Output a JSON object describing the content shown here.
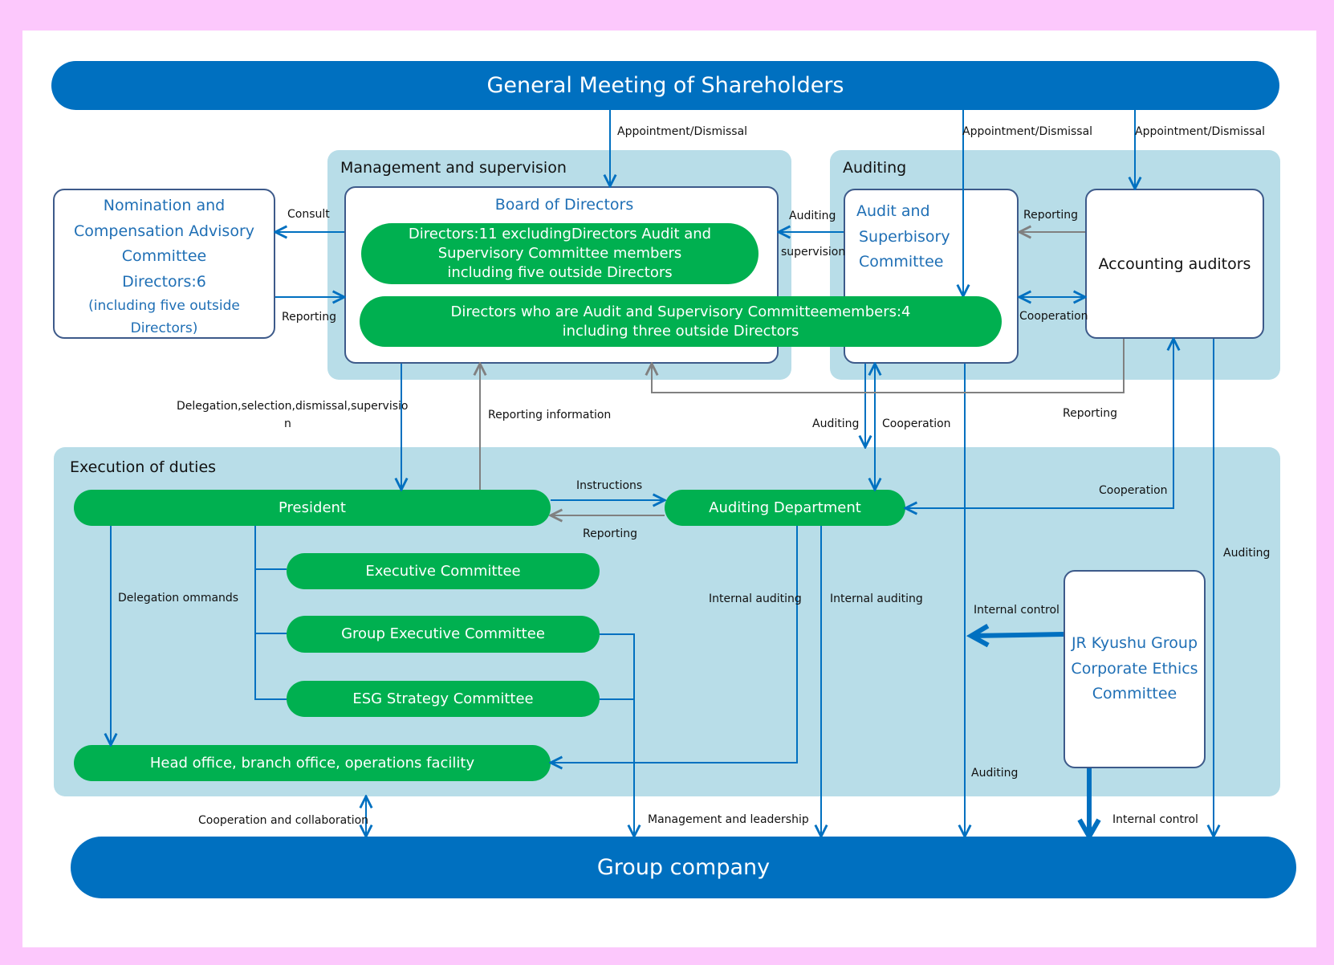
{
  "colors": {
    "bar": "#0070c0",
    "region": "#b8dde8",
    "pill": "#00b050",
    "border": "#fcc8fc",
    "line": "#0070c0",
    "gray_line": "#808080"
  },
  "top_bar": "General Meeting of Shareholders",
  "bottom_bar": "Group company",
  "regions": {
    "management": "Management and supervision",
    "auditing": "Auditing",
    "execution": "Execution of duties"
  },
  "nomination": {
    "line1": "Nomination and",
    "line2": "Compensation Advisory",
    "line3": "Committee",
    "line4": "Directors:6",
    "line5": "(including five outside",
    "line6": "Directors)"
  },
  "board": {
    "title": "Board of Directors",
    "directors_line1": "Directors:11   excludingDirectors Audit and",
    "directors_line2": "Supervisory Committee members",
    "directors_line3": "including five outside Directors",
    "audit_members_line1": "Directors who are Audit and Supervisory Committeemembers:4",
    "audit_members_line2": "including three outside Directors"
  },
  "audit_committee": {
    "line1": "Audit and",
    "line2": "Superbisory",
    "line3": "Committee"
  },
  "accounting_auditors": "Accounting auditors",
  "ethics": {
    "line1": "JR Kyushu Group",
    "line2": "Corporate Ethics",
    "line3": "Committee"
  },
  "execution": {
    "president": "President",
    "auditing_department": "Auditing Department",
    "executive_committee": "Executive Committee",
    "group_executive_committee": "Group Executive Committee",
    "esg_committee": "ESG Strategy Committee",
    "head_office": "Head office, branch office, operations facility"
  },
  "labels": {
    "appt1": "Appointment/Dismissal",
    "appt2": "Appointment/Dismissal",
    "appt3": "Appointment/Dismissal",
    "consult": "Consult",
    "reporting_nom": "Reporting",
    "auditing_board": "Auditing",
    "supervision": "supervision",
    "reporting_acc": "Reporting",
    "cooperation_acc": "Cooperation",
    "delegation_line1": "Delegation,selection,dismissal,supervisio",
    "delegation_line2": "n",
    "reporting_information": "Reporting information",
    "auditing_dept": "Auditing",
    "cooperation_dept": "Cooperation",
    "reporting_acc_board": "Reporting",
    "instructions": "Instructions",
    "reporting_pres": "Reporting",
    "cooperation_right": "Cooperation",
    "auditing_right": "Auditing",
    "delegation_ommands": "Delegation ommands",
    "internal_auditing1": "Internal auditing",
    "internal_auditing2": "Internal auditing",
    "internal_control1": "Internal control",
    "auditing_bottom": "Auditing",
    "internal_control2": "Internal control",
    "cooperation_collab": "Cooperation and collaboration",
    "management_leadership": "Management and leadership"
  }
}
